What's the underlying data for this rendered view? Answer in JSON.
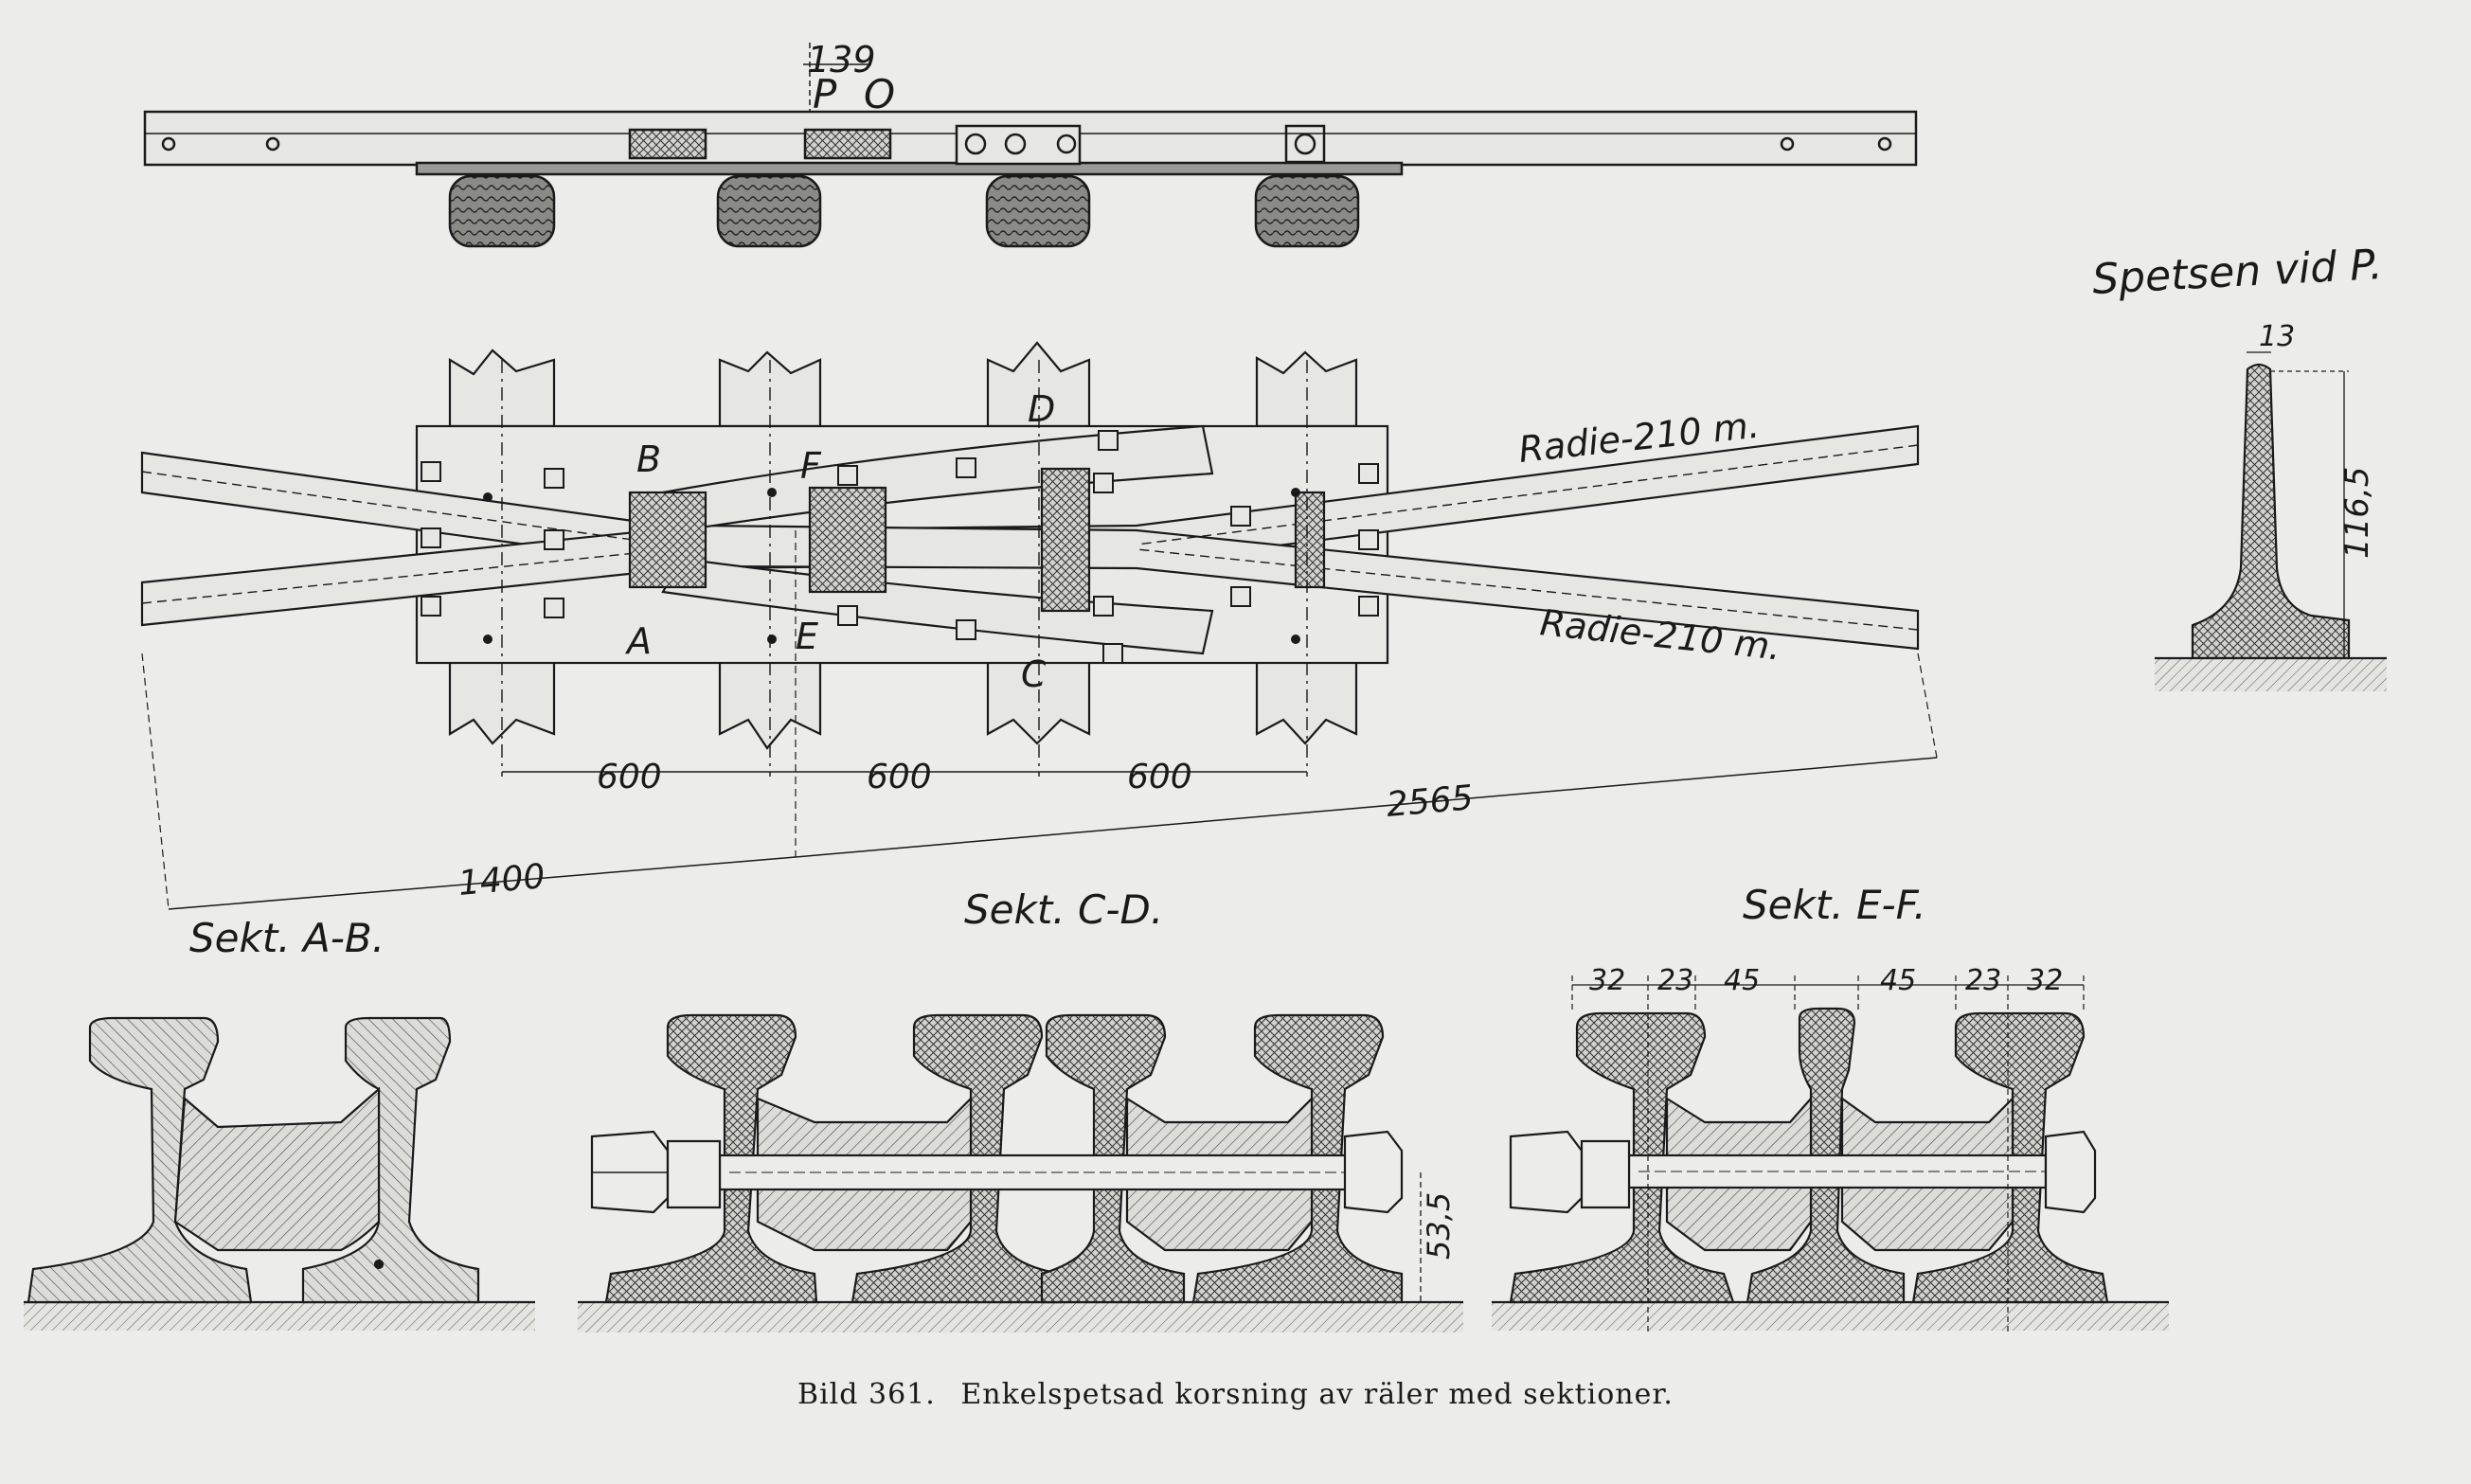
{
  "caption": {
    "figure_number": "Bild 361.",
    "text": "Enkelspetsad korsning av räler med sektioner."
  },
  "top_view": {
    "dim_label": "139",
    "point_labels": [
      "P",
      "O"
    ]
  },
  "plan_view": {
    "radius_upper": "Radie-210 m.",
    "radius_lower": "Radie-210 m.",
    "section_letters": [
      "A",
      "B",
      "C",
      "D",
      "E",
      "F"
    ],
    "spacings": [
      "600",
      "600",
      "600"
    ],
    "total_length": "2565",
    "partial_length": "1400"
  },
  "point_detail": {
    "title": "Spetsen vid P.",
    "tip_width": "13",
    "height": "116,5"
  },
  "sections": [
    {
      "title": "Sekt. A-B."
    },
    {
      "title": "Sekt. C-D.",
      "bolt_height": "53,5"
    },
    {
      "title": "Sekt. E-F.",
      "dims": [
        "32",
        "23",
        "45",
        "45",
        "23",
        "32"
      ]
    }
  ],
  "colors": {
    "ink": "#1a1a1a",
    "paper": "#ececea",
    "fill": "#b8b8b4"
  }
}
